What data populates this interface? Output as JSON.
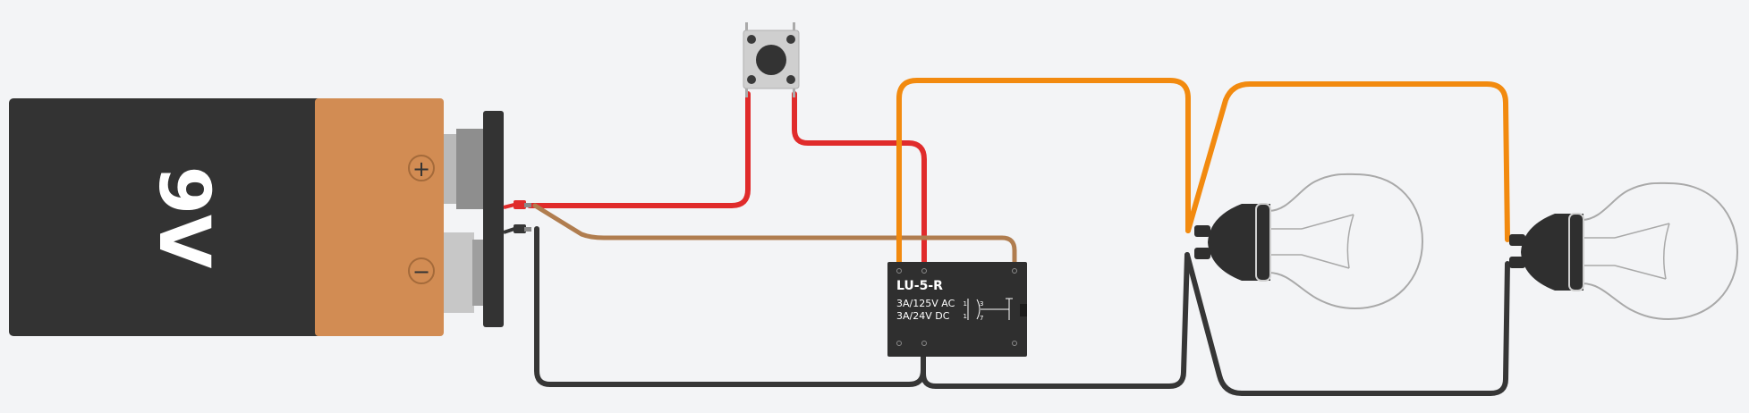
{
  "battery": {
    "label": "9V",
    "plus_symbol": "+",
    "minus_symbol": "−",
    "colors": {
      "body": "#333333",
      "cap": "#d28c53",
      "terminal": "#9a9a9a"
    }
  },
  "relay": {
    "name": "LU-5-R",
    "rating_ac": "3A/125V AC",
    "rating_dc": "3A/24V  DC",
    "pin_top": "1",
    "pin_bottom": "1",
    "pin_top_right": "3",
    "pin_bottom_right": "7"
  },
  "wire_colors": {
    "red": "#e02b2b",
    "orange": "#f28a0f",
    "brown": "#b07d4f",
    "black": "#363636"
  },
  "icons": [
    "battery-icon",
    "push-button-icon",
    "relay-icon",
    "light-bulb-icon"
  ]
}
